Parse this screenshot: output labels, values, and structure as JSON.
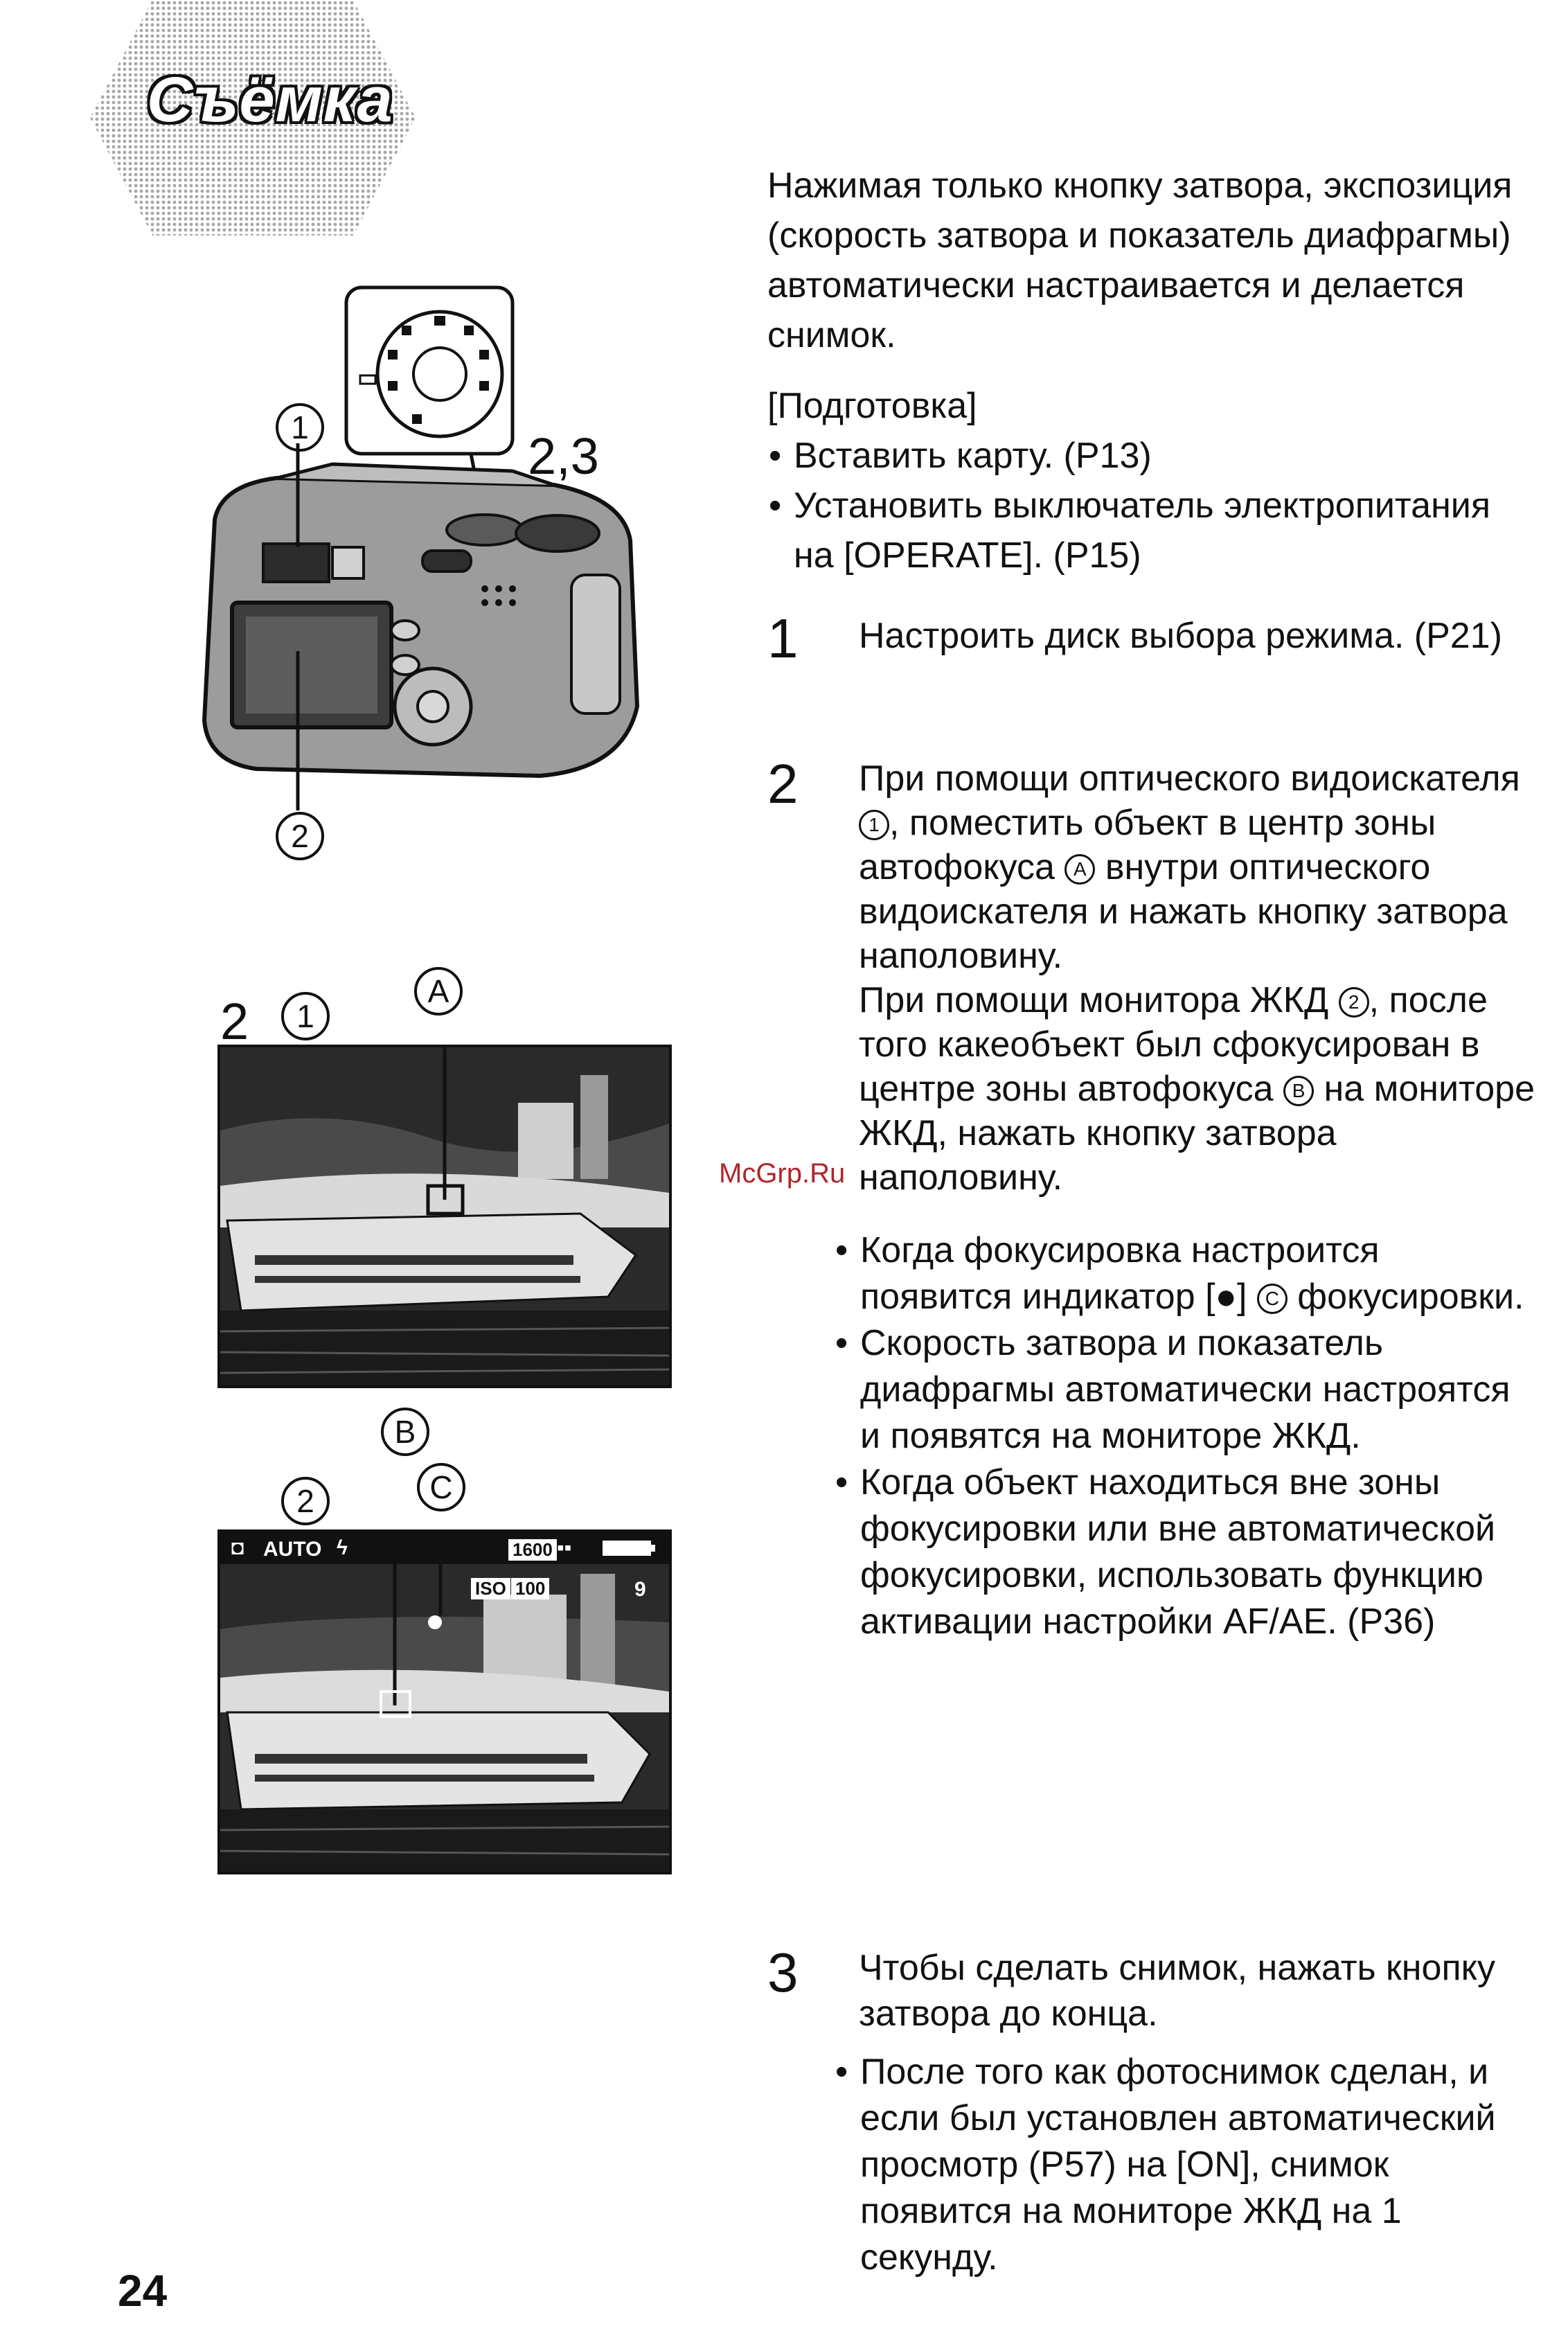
{
  "header": {
    "title": "Съёмка"
  },
  "intro": "Нажимая только кнопку затвора, экспозиция (скорость затвора и показатель диафрагмы) автоматически настраивается и делается снимок.",
  "prep": {
    "heading": "[Подготовка]",
    "items": [
      "Вставить карту. (P13)",
      "Установить выключатель электропитания на [OPERATE]. (P15)"
    ]
  },
  "steps": [
    {
      "num": "1",
      "text": "Настроить диск выбора режима. (P21)",
      "bullets": []
    },
    {
      "num": "2",
      "text_a": "При помощи оптического видоискателя ",
      "ref_a": "1",
      "text_b": ", поместить объект в центр зоны автофокуса ",
      "ref_b": "A",
      "text_c": " внутри оптического видоискателя и нажать кнопку затвора наполовину.",
      "text_d": "При помощи монитора ЖКД ",
      "ref_d": "2",
      "text_e": ", после того какеобъект был сфокусирован в центре зоны автофокуса ",
      "ref_e": "B",
      "text_f": " на мониторе ЖКД, нажать кнопку затвора наполовину.",
      "bullets": [
        {
          "a": "Когда фокусировка настроится появится индикатор [●] ",
          "ref": "C",
          "b": " фокусировки."
        },
        {
          "a": "Скорость затвора и показатель диафрагмы автоматически настроятся и появятся на мониторе ЖКД.",
          "ref": "",
          "b": ""
        },
        {
          "a": "Когда объект находиться вне зоны фокусировки или вне автоматической фокусировки, использовать функцию активации настройки AF/AE. (P36)",
          "ref": "",
          "b": ""
        }
      ]
    },
    {
      "num": "3",
      "text": "Чтобы сделать снимок, нажать кнопку затвора до конца.",
      "bullets": [
        "После того как фотоснимок сделан, и если был установлен автоматический просмотр (P57) на [ON], снимок появится на мониторе ЖКД на 1 секунду."
      ]
    }
  ],
  "figure_camera": {
    "label_1": "1",
    "label_23": "2,3",
    "circ_1": "1",
    "circ_2": "2"
  },
  "figure_view1": {
    "step": "2",
    "circ": "1",
    "letter": "A"
  },
  "figure_view2": {
    "circ": "2",
    "letter_b": "B",
    "letter_c": "C",
    "osd_auto": "AUTO",
    "osd_1600": "1600",
    "osd_iso": "ISO",
    "osd_100": "100",
    "osd_9": "9"
  },
  "watermark": "McGrp.Ru",
  "page_number": "24"
}
